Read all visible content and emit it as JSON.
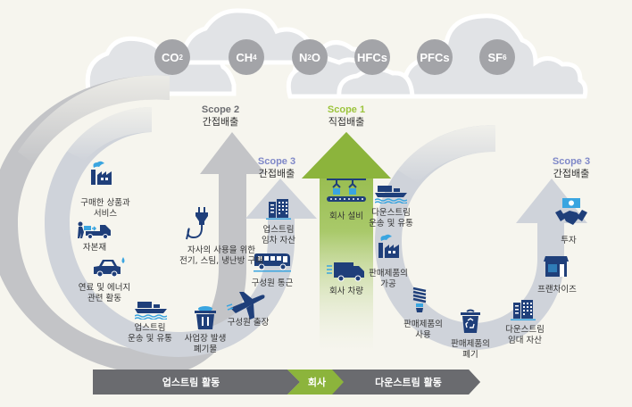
{
  "gases": [
    {
      "base": "CO",
      "sub": "2"
    },
    {
      "base": "CH",
      "sub": "4"
    },
    {
      "base": "N",
      "sub": "2",
      "tail": "O"
    },
    {
      "base": "HFCs",
      "sub": ""
    },
    {
      "base": "PFCs",
      "sub": ""
    },
    {
      "base": "SF",
      "sub": "6"
    }
  ],
  "scopes": {
    "scope2": {
      "title": "Scope 2",
      "subtitle": "간접배출"
    },
    "scope1": {
      "title": "Scope 1",
      "subtitle": "직접배출"
    },
    "scope3_upstream": {
      "title": "Scope 3",
      "subtitle": "간접배출"
    },
    "scope3_downstream": {
      "title": "Scope 3",
      "subtitle": "간접배출"
    }
  },
  "upstream_items": [
    {
      "icon": "factory-icon",
      "label": "구매한 상품과\n서비스"
    },
    {
      "icon": "capital-goods-truck-icon",
      "label": "자본재"
    },
    {
      "icon": "car-fuel-icon",
      "label": "연료 및 에너지\n관련 활동"
    },
    {
      "icon": "cargo-ship-icon",
      "label": "업스트림\n운송 및 유통"
    },
    {
      "icon": "trash-bin-icon",
      "label": "사업장 발생\n폐기물"
    },
    {
      "icon": "airplane-icon",
      "label": "구성원 출장"
    },
    {
      "icon": "bus-icon",
      "label": "구성원 통근"
    },
    {
      "icon": "building-icon",
      "label": "업스트림\n임차 자산"
    }
  ],
  "scope2_item": {
    "icon": "power-plug-icon",
    "label": "자사의 사용을 위한\n전기, 스팀, 냉난방 구매"
  },
  "company_items": [
    {
      "icon": "factory-equipment-icon",
      "label": "회사 설비"
    },
    {
      "icon": "company-truck-icon",
      "label": "회사 차량"
    }
  ],
  "downstream_items": [
    {
      "icon": "cargo-ship-icon",
      "label": "다운스트림\n운송 및 유통"
    },
    {
      "icon": "factory-icon",
      "label": "판매제품의\n가공"
    },
    {
      "icon": "light-bulb-icon",
      "label": "판매제품의\n사용"
    },
    {
      "icon": "recycle-bin-icon",
      "label": "판매제품의\n폐기"
    },
    {
      "icon": "building-icon",
      "label": "다운스트림\n임대 자산"
    },
    {
      "icon": "storefront-icon",
      "label": "프랜차이즈"
    },
    {
      "icon": "handshake-money-icon",
      "label": "투자"
    }
  ],
  "bottom_bar": {
    "upstream": "업스트림 활동",
    "company": "회사",
    "downstream": "다운스트림 활동"
  },
  "colors": {
    "background": "#f6f5ee",
    "cloud": "#e1e3e6",
    "gas_circle": "#a3a4a8",
    "scope2_arrow": "#c3c4c7",
    "scope3_arc": "#cfd3da",
    "scope1_green": "#8cb43c",
    "scope1_title": "#9cc43c",
    "scope3_title": "#7f88c8",
    "scope2_title": "#6d6e72",
    "icon_navy": "#1f3f7a",
    "icon_cyan": "#3aa5e0",
    "bar_gray": "#6a6b6f",
    "bar_green": "#8cb43c"
  }
}
